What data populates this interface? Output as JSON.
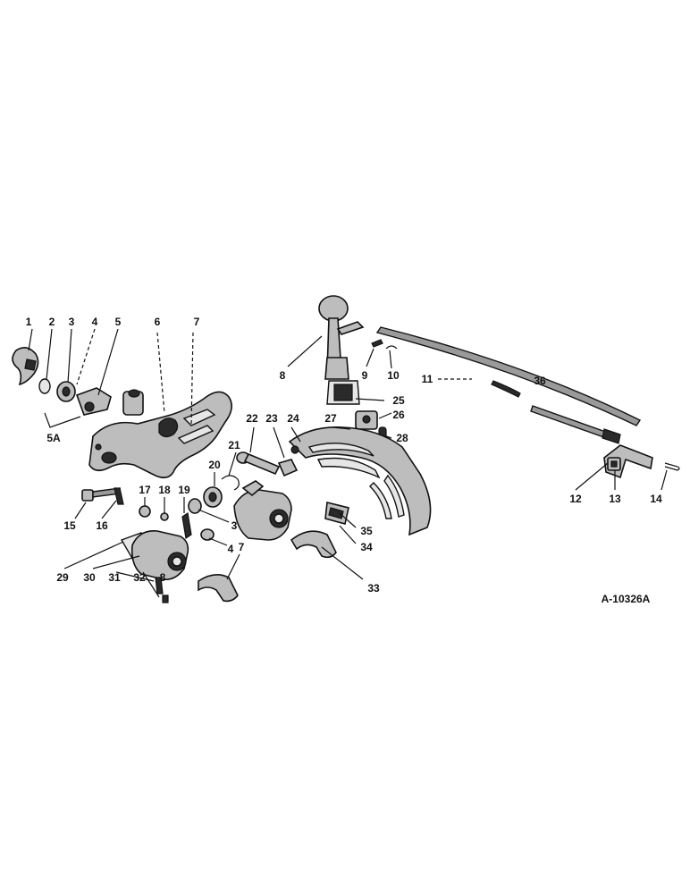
{
  "diagram": {
    "drawing_code": "A-10326A",
    "labels": [
      "1",
      "2",
      "3",
      "4",
      "5",
      "5A",
      "6",
      "7",
      "8",
      "9",
      "10",
      "11",
      "36",
      "25",
      "26",
      "27",
      "28",
      "22",
      "23",
      "24",
      "21",
      "20",
      "3",
      "4",
      "15",
      "16",
      "17",
      "18",
      "19",
      "35",
      "34",
      "33",
      "29",
      "30",
      "31",
      "32",
      "8",
      "7",
      "12",
      "13",
      "14"
    ]
  }
}
